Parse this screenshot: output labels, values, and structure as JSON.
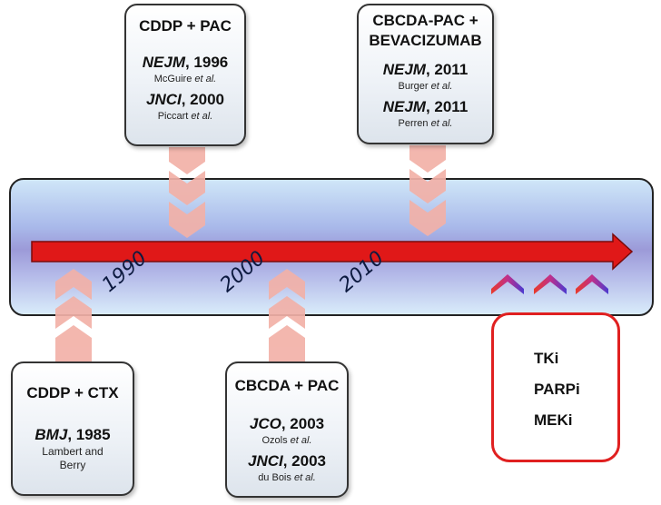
{
  "boxes": {
    "cddp_pac": {
      "title": "CDDP + PAC",
      "cite1_journal": "NEJM",
      "cite1_year": ", 1996",
      "auth1_name": "McGuire",
      "auth1_etal": "et al.",
      "cite2_journal": "JNCI",
      "cite2_year": ", 2000",
      "auth2_name": "Piccart",
      "auth2_etal": "et al."
    },
    "cbcda_pac_bev": {
      "title_line1": "CBCDA-PAC +",
      "title_line2": "BEVACIZUMAB",
      "cite1_journal": "NEJM",
      "cite1_year": ", 2011",
      "auth1_name": "Burger",
      "auth1_etal": "et al.",
      "cite2_journal": "NEJM",
      "cite2_year": ", 2011",
      "auth2_name": "Perren",
      "auth2_etal": "et al."
    },
    "cddp_ctx": {
      "title": "CDDP + CTX",
      "cite1_journal": "BMJ",
      "cite1_year": ", 1985",
      "auth_line1": "Lambert and",
      "auth_line2": "Berry"
    },
    "cbcda_pac": {
      "title": "CBCDA + PAC",
      "cite1_journal": "JCO",
      "cite1_year": ", 2003",
      "auth1_name": "Ozols",
      "auth1_etal": "et al.",
      "cite2_journal": "JNCI",
      "cite2_year": ", 2003",
      "auth2_name": "du Bois",
      "auth2_etal": "et al."
    }
  },
  "years": [
    "1990",
    "2000",
    "2010"
  ],
  "future": [
    "TKi",
    "PARPi",
    "MEKi"
  ],
  "colors": {
    "arrow": "#e01818",
    "chevron": "#f2b1a8",
    "future_border": "#e02020"
  }
}
